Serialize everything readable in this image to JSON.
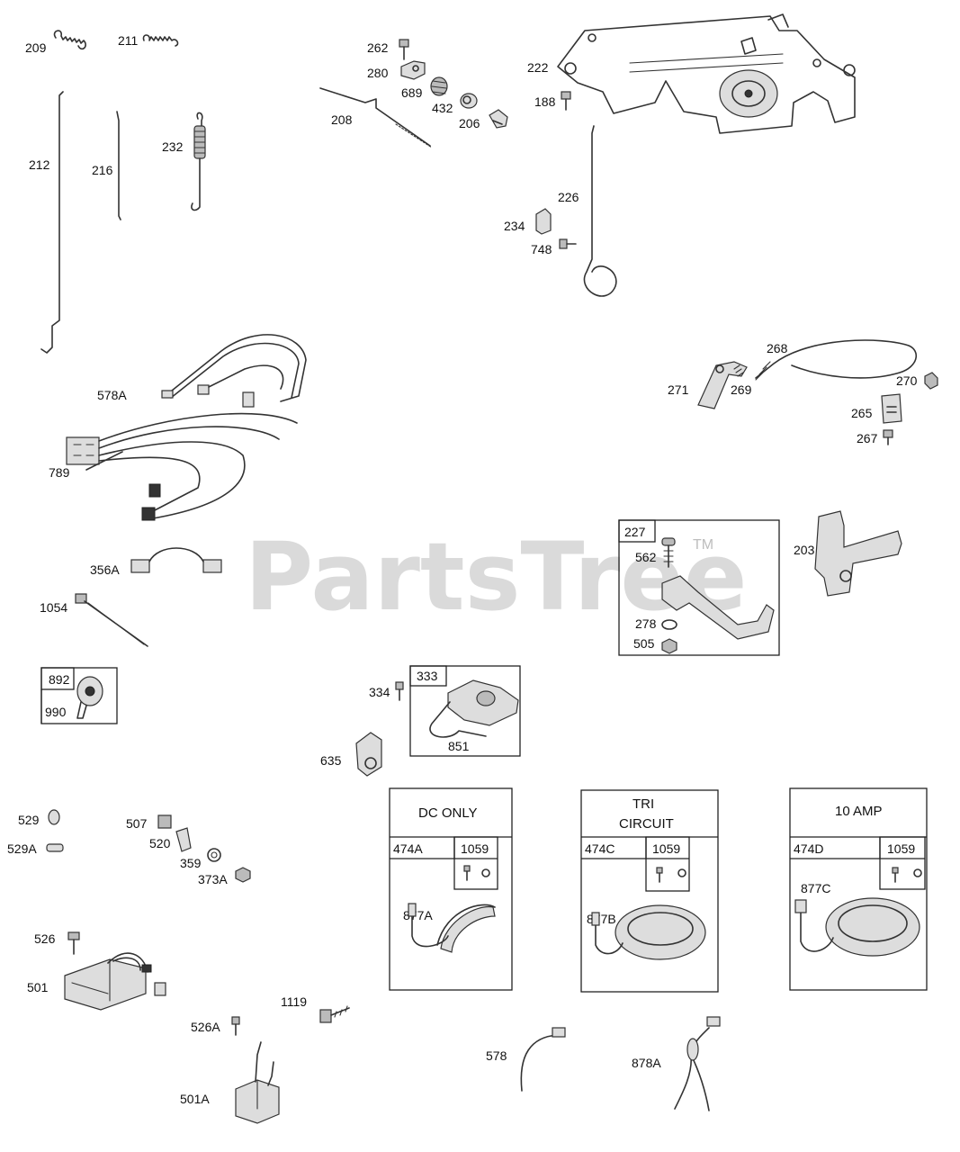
{
  "watermark": {
    "text": "PartsTree",
    "trademark": "TM"
  },
  "labels": {
    "p209": "209",
    "p211": "211",
    "p212": "212",
    "p216": "216",
    "p232": "232",
    "p262": "262",
    "p280": "280",
    "p689": "689",
    "p432": "432",
    "p206": "206",
    "p208": "208",
    "p222": "222",
    "p188": "188",
    "p226": "226",
    "p234": "234",
    "p748": "748",
    "p578A": "578A",
    "p789": "789",
    "p268": "268",
    "p271": "271",
    "p269": "269",
    "p270": "270",
    "p265": "265",
    "p267": "267",
    "p356A": "356A",
    "p1054": "1054",
    "p227": "227",
    "p562": "562",
    "p278": "278",
    "p505": "505",
    "p203": "203",
    "p892": "892",
    "p990": "990",
    "p334": "334",
    "p333": "333",
    "p851": "851",
    "p635": "635",
    "p529": "529",
    "p529A": "529A",
    "p507": "507",
    "p520": "520",
    "p359": "359",
    "p373A": "373A",
    "p526": "526",
    "p501": "501",
    "p1119": "1119",
    "p526A": "526A",
    "p501A": "501A",
    "p578": "578",
    "p878A": "878A"
  },
  "kits": [
    {
      "title": "DC ONLY",
      "kit": "474A",
      "hardware": "1059",
      "stator": "877A"
    },
    {
      "title_line1": "TRI",
      "title_line2": "CIRCUIT",
      "kit": "474C",
      "hardware": "1059",
      "stator": "877B"
    },
    {
      "title": "10 AMP",
      "kit": "474D",
      "hardware": "1059",
      "stator": "877C"
    }
  ]
}
